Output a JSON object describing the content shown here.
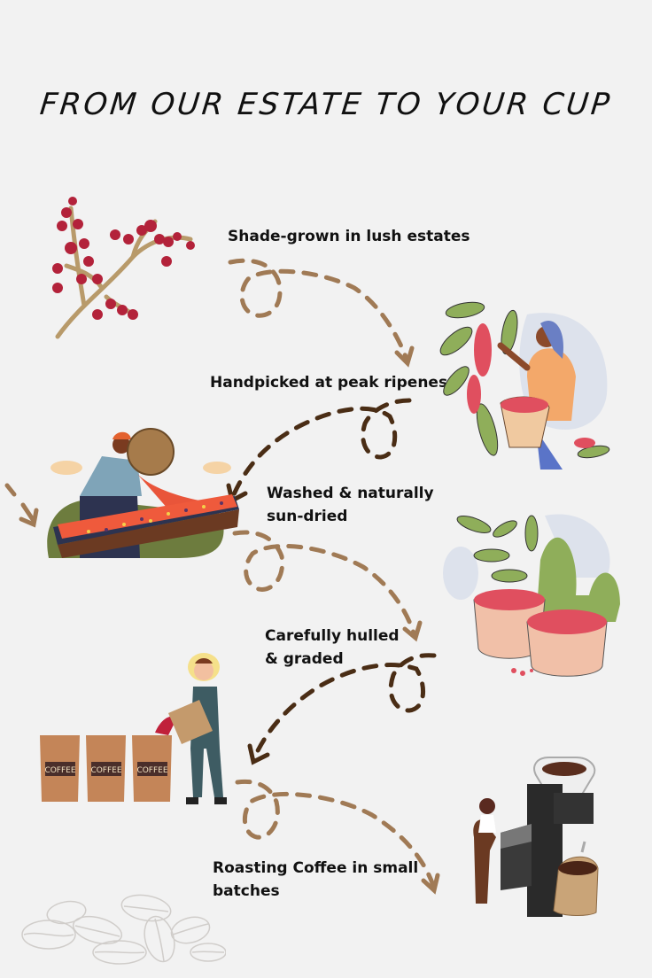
{
  "title": "FROM OUR ESTATE TO YOUR CUP",
  "colors": {
    "background": "#f2f2f2",
    "arrow_light": "#a07a55",
    "arrow_dark": "#4a2d15",
    "berry_red": "#b3223a",
    "leaf_green": "#8fae5a"
  },
  "steps": [
    {
      "label": "Shade-grown in lush estates",
      "illustration": "coffee-cherry-branch"
    },
    {
      "label": "Handpicked at peak ripeness",
      "illustration": "woman-picking-cherries"
    },
    {
      "label_line1": "Washed & naturally",
      "label_line2": "sun-dried",
      "illustration": "man-drying-beans"
    },
    {
      "label_line1": "Carefully hulled",
      "label_line2": "& graded",
      "illustration": "bowls-of-cherries"
    },
    {
      "label_line1": "Roasting Coffee in small",
      "label_line2": "batches",
      "illustration": "roaster-machine"
    }
  ],
  "sack_label": "COFFEE"
}
